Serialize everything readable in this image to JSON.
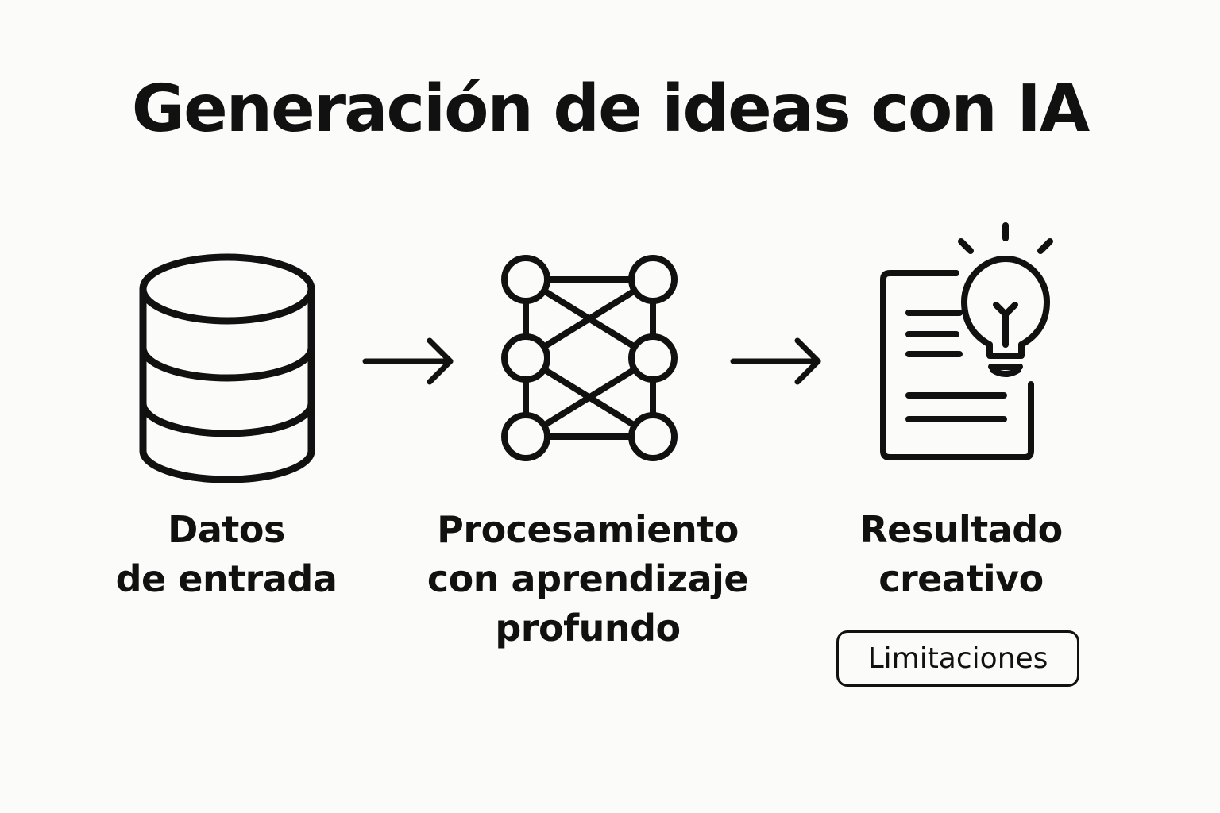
{
  "title": "Generación de ideas con IA",
  "steps": [
    {
      "icon": "database-icon",
      "label_lines": [
        "Datos",
        "de entrada"
      ]
    },
    {
      "icon": "neural-network-icon",
      "label_lines": [
        "Procesamiento",
        "con aprendizaje",
        "profundo"
      ]
    },
    {
      "icon": "document-lightbulb-icon",
      "label_lines": [
        "Resultado",
        "creativo"
      ]
    }
  ],
  "limitations_button": "Limitaciones",
  "colors": {
    "stroke": "#111111",
    "background": "#fbfbf9"
  }
}
